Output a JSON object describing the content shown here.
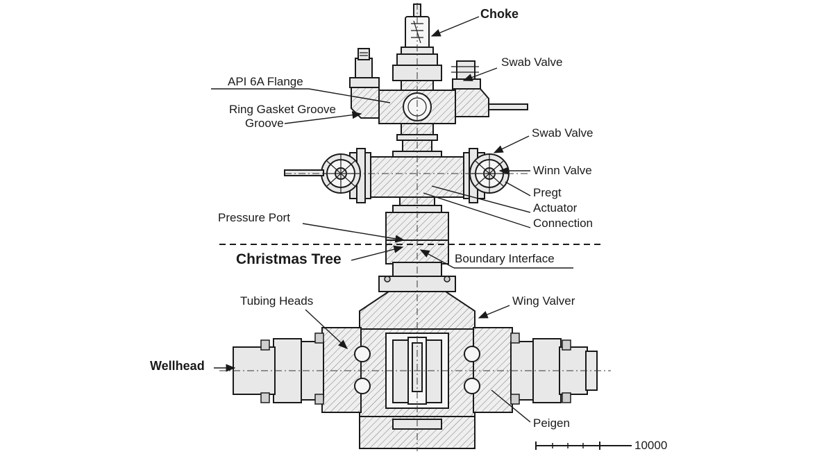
{
  "labels": {
    "choke": "Choke",
    "swab_valve_top": "Swab Valve",
    "api_flange": "API 6A Flange",
    "ring_gasket_1": "Ring Gasket Groove",
    "ring_gasket_2": "Groove",
    "swab_valve_mid": "Swab Valve",
    "winn_valve": "Winn Valve",
    "pregt": "Pregt",
    "actuator": "Actuator",
    "connection": "Connection",
    "pressure_port": "Pressure Port",
    "christmas_tree": "Christmas Tree",
    "boundary_interface": "Boundary Interface",
    "tubing_heads": "Tubing Heads",
    "wing_valver": "Wing Valver",
    "wellhead": "Wellhead",
    "peigen": "Peigen",
    "scale_value": "10000"
  }
}
